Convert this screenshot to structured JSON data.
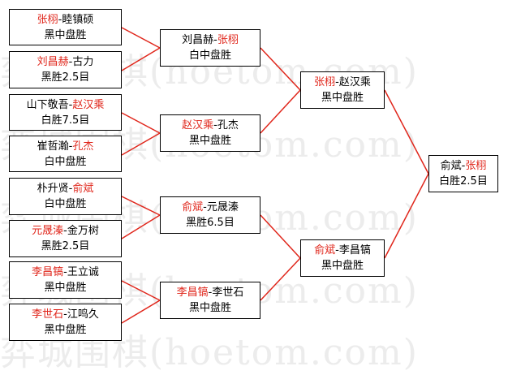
{
  "watermark": "弈城围棋(hoetom.com)",
  "round1": [
    {
      "player1": "张栩",
      "player2": "睦镇硕",
      "winner": 1,
      "result": "黑中盘胜"
    },
    {
      "player1": "刘昌赫",
      "player2": "古力",
      "winner": 1,
      "result": "黑胜2.5目"
    },
    {
      "player1": "山下敬吾",
      "player2": "赵汉乘",
      "winner": 2,
      "result": "白胜7.5目"
    },
    {
      "player1": "崔哲瀚",
      "player2": "孔杰",
      "winner": 2,
      "result": "白中盘胜"
    },
    {
      "player1": "朴升贤",
      "player2": "俞斌",
      "winner": 2,
      "result": "白中盘胜"
    },
    {
      "player1": "元晟溱",
      "player2": "金万树",
      "winner": 1,
      "result": "黑胜2.5目"
    },
    {
      "player1": "李昌镐",
      "player2": "王立诚",
      "winner": 1,
      "result": "黑中盘胜"
    },
    {
      "player1": "李世石",
      "player2": "江鸣久",
      "winner": 1,
      "result": "黑中盘胜"
    }
  ],
  "round2": [
    {
      "player1": "刘昌赫",
      "player2": "张栩",
      "winner": 2,
      "result": "白中盘胜"
    },
    {
      "player1": "赵汉乘",
      "player2": "孔杰",
      "winner": 1,
      "result": "黑中盘胜"
    },
    {
      "player1": "俞斌",
      "player2": "元晟溱",
      "winner": 1,
      "result": "黑胜6.5目"
    },
    {
      "player1": "李昌镐",
      "player2": "李世石",
      "winner": 1,
      "result": "黑中盘胜"
    }
  ],
  "round3": [
    {
      "player1": "张栩",
      "player2": "赵汉乘",
      "winner": 1,
      "result": "黑中盘胜"
    },
    {
      "player1": "俞斌",
      "player2": "李昌镐",
      "winner": 1,
      "result": "黑中盘胜"
    }
  ],
  "final": {
    "player1": "俞斌",
    "player2": "张栩",
    "winner": 2,
    "result": "白胜2.5目"
  },
  "colors": {
    "winner": "#e0261b",
    "connector": "#e0261b",
    "border": "#000000"
  }
}
